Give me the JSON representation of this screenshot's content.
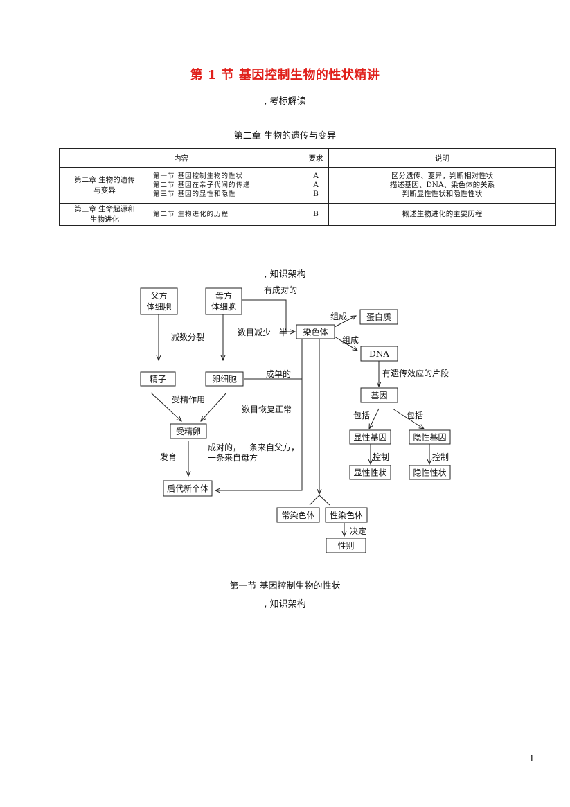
{
  "title": "第 1 节  基因控制生物的性状精讲",
  "section_kaobiao": ", 考标解读",
  "chapter_heading": "第二章    生物的遗传与变异",
  "table": {
    "headers": [
      "内容",
      "要求",
      "说明"
    ],
    "rows": [
      {
        "chapter": [
          "第二章 生物的遗传",
          "与变异"
        ],
        "sections": [
          "第一节 基因控制生物的性状",
          "第二节 基因在亲子代间的传递",
          "第三节 基因的显性和隐性"
        ],
        "levels": [
          "A",
          "A",
          "B"
        ],
        "notes": [
          "区分遗传、变异，判断相对性状",
          "描述基因、DNA、染色体的关系",
          "判断显性性状和隐性性状"
        ]
      },
      {
        "chapter": [
          "第三章 生命起源和",
          "生物进化"
        ],
        "sections": [
          "第二节 生物进化的历程"
        ],
        "levels": [
          "B"
        ],
        "notes": [
          "概述生物进化的主要历程"
        ]
      }
    ]
  },
  "section_zhishi": ", 知识架构",
  "diagram": {
    "nodes": {
      "father": [
        "父方",
        "体细胞"
      ],
      "mother": [
        "母方",
        "体细胞"
      ],
      "sperm": "精子",
      "egg": "卵细胞",
      "zygote": "受精卵",
      "offspring": "后代新个体",
      "chromosome": "染色体",
      "protein": "蛋白质",
      "dna": "DNA",
      "gene": "基因",
      "dominant_gene": "显性基因",
      "recessive_gene": "隐性基因",
      "dominant_trait": "显性性状",
      "recessive_trait": "隐性性状",
      "autosome": "常染色体",
      "sex_chromosome": "性染色体",
      "sex": "性别"
    },
    "labels": {
      "paired": "有成对的",
      "meiosis": "减数分裂",
      "halved": "数目减少一半",
      "compose1": "组成",
      "compose2": "组成",
      "single": "成单的",
      "segment": "有遗传效应的片段",
      "fertilization": "受精作用",
      "restore": "数目恢复正常",
      "include1": "包括",
      "include2": "包括",
      "develop": "发育",
      "pair_line1": "成对的，一条来自父方，",
      "pair_line2": "一条来自母方",
      "control1": "控制",
      "control2": "控制",
      "decide": "决定"
    }
  },
  "section_first": "第一节    基因控制生物的性状",
  "section_zhishi2": ", 知识架构",
  "page_number": "1"
}
